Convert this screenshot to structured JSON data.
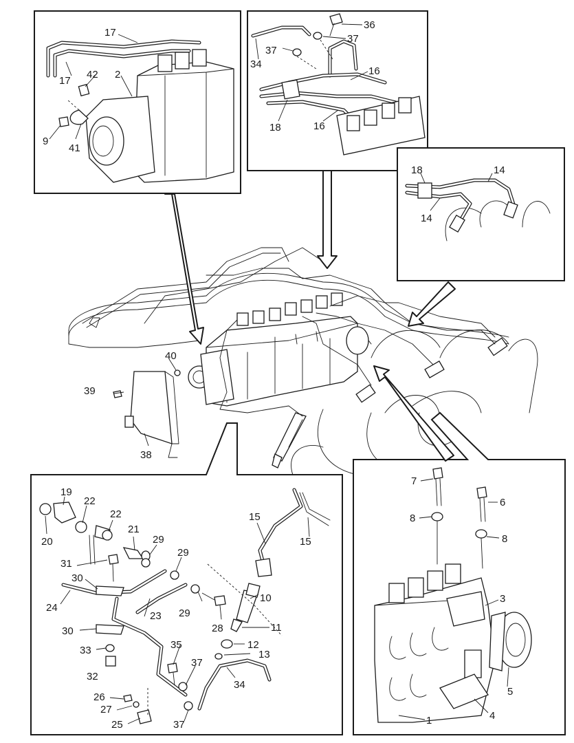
{
  "callouts": {
    "c1": "1",
    "c2": "2",
    "c3": "3",
    "c4": "4",
    "c5": "5",
    "c6": "6",
    "c7": "7",
    "c8": "8",
    "c9": "9",
    "c10": "10",
    "c11": "11",
    "c12": "12",
    "c13": "13",
    "c14": "14",
    "c15": "15",
    "c16": "16",
    "c17": "17",
    "c18": "18",
    "c19": "19",
    "c20": "20",
    "c21": "21",
    "c22": "22",
    "c23": "23",
    "c24": "24",
    "c25": "25",
    "c26": "26",
    "c27": "27",
    "c28": "28",
    "c29": "29",
    "c30": "30",
    "c31": "31",
    "c32": "32",
    "c33": "33",
    "c34": "34",
    "c35": "35",
    "c36": "36",
    "c37": "37",
    "c38": "38",
    "c39": "39",
    "c40": "40",
    "c41": "41",
    "c42": "42"
  },
  "colors": {
    "ink": "#1a1a1a",
    "paper": "#ffffff"
  }
}
